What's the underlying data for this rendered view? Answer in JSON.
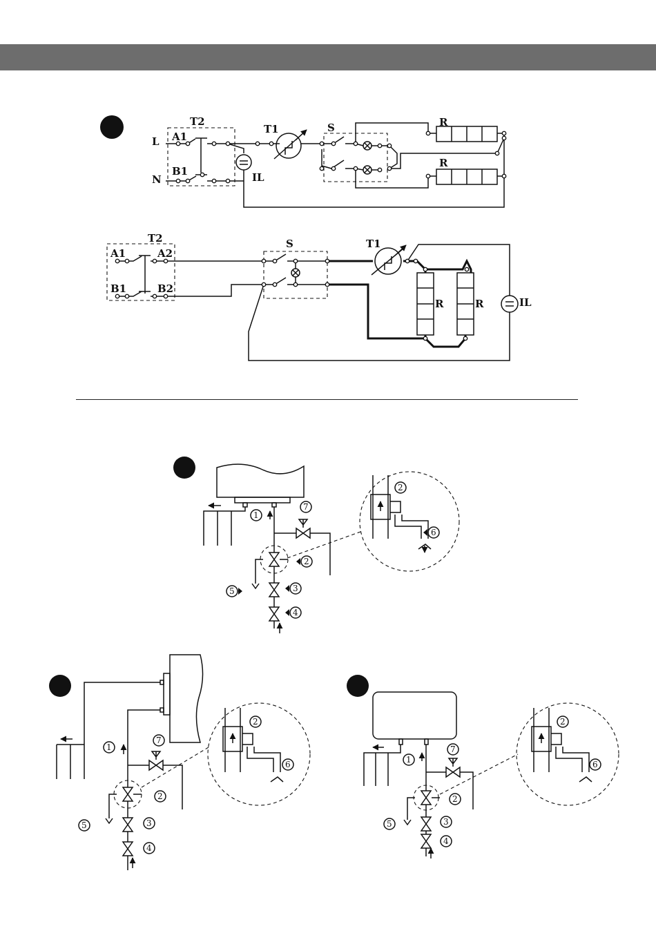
{
  "diagram1": {
    "labels": {
      "L": "L",
      "N": "N",
      "A1": "A1",
      "B1": "B1",
      "T2": "T2",
      "T1": "T1",
      "S": "S",
      "R1": "R",
      "R2": "R",
      "IL": "IL"
    }
  },
  "diagram2": {
    "labels": {
      "T2": "T2",
      "A1": "A1",
      "A2": "A2",
      "B1": "B1",
      "B2": "B2",
      "S": "S",
      "T1": "T1",
      "R1": "R",
      "R2": "R",
      "IL": "IL"
    }
  },
  "plumbing": {
    "callouts": {
      "c1": "1",
      "c2": "2",
      "c3": "3",
      "c4": "4",
      "c5": "5",
      "c6": "6",
      "c7": "7"
    }
  }
}
